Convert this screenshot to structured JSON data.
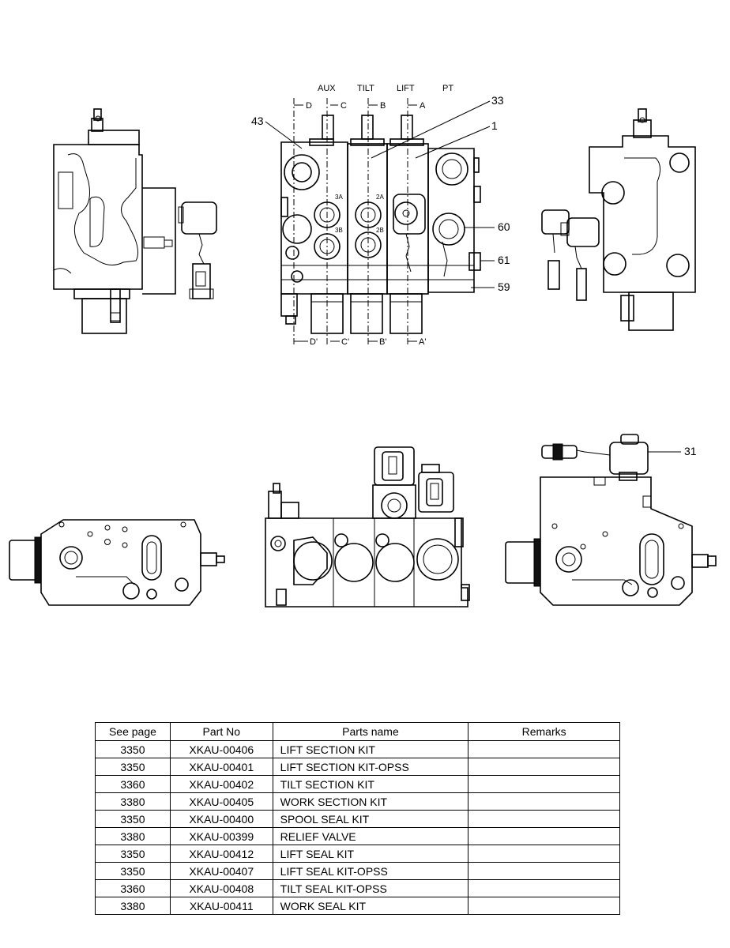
{
  "diagram": {
    "section_labels": [
      "AUX",
      "TILT",
      "LIFT",
      "PT"
    ],
    "top_markers": [
      "D",
      "C",
      "B",
      "A"
    ],
    "bottom_markers": [
      "D'",
      "C'",
      "B'",
      "A'"
    ],
    "port_labels": [
      "3A",
      "3B",
      "2A",
      "2B"
    ],
    "callouts": [
      "43",
      "33",
      "1",
      "60",
      "61",
      "59",
      "31"
    ]
  },
  "table": {
    "headers": [
      "See page",
      "Part No",
      "Parts name",
      "Remarks"
    ],
    "rows": [
      [
        "3350",
        "XKAU-00406",
        "LIFT SECTION KIT",
        ""
      ],
      [
        "3350",
        "XKAU-00401",
        "LIFT SECTION KIT-OPSS",
        ""
      ],
      [
        "3360",
        "XKAU-00402",
        "TILT SECTION KIT",
        ""
      ],
      [
        "3380",
        "XKAU-00405",
        "WORK SECTION KIT",
        ""
      ],
      [
        "3350",
        "XKAU-00400",
        "SPOOL SEAL KIT",
        ""
      ],
      [
        "3380",
        "XKAU-00399",
        "RELIEF VALVE",
        ""
      ],
      [
        "3350",
        "XKAU-00412",
        "LIFT SEAL KIT",
        ""
      ],
      [
        "3350",
        "XKAU-00407",
        "LIFT SEAL KIT-OPSS",
        ""
      ],
      [
        "3360",
        "XKAU-00408",
        "TILT SEAL KIT-OPSS",
        ""
      ],
      [
        "3380",
        "XKAU-00411",
        "WORK SEAL KIT",
        ""
      ]
    ]
  }
}
